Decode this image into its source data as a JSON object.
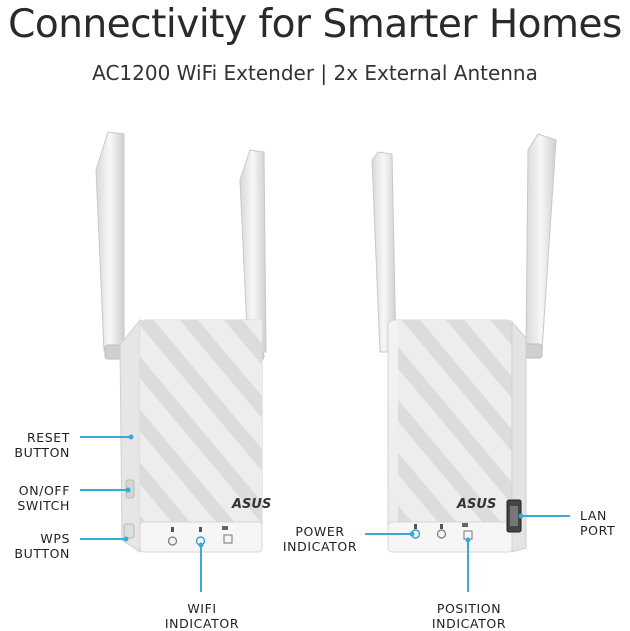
{
  "header": {
    "title": "Connectivity for Smarter Homes",
    "subtitle": "AC1200 WiFi Extender | 2x External Antenna"
  },
  "device": {
    "brand_logo": "ASUS"
  },
  "callouts": {
    "reset_button": [
      "RESET",
      "BUTTON"
    ],
    "on_off_switch": [
      "ON/OFF",
      "SWITCH"
    ],
    "wps_button": [
      "WPS",
      "BUTTON"
    ],
    "power_indicator": [
      "POWER",
      "INDICATOR"
    ],
    "wifi_indicator": [
      "WIFI",
      "INDICATOR"
    ],
    "position_indicator": [
      "POSITION",
      "INDICATOR"
    ],
    "lan_port": [
      "LAN",
      "PORT"
    ]
  },
  "colors": {
    "callout_line": "#3aa9d6",
    "device_body": "#eeeeee",
    "led_blue": "#3a9bd8",
    "text": "#1f1f1f"
  }
}
